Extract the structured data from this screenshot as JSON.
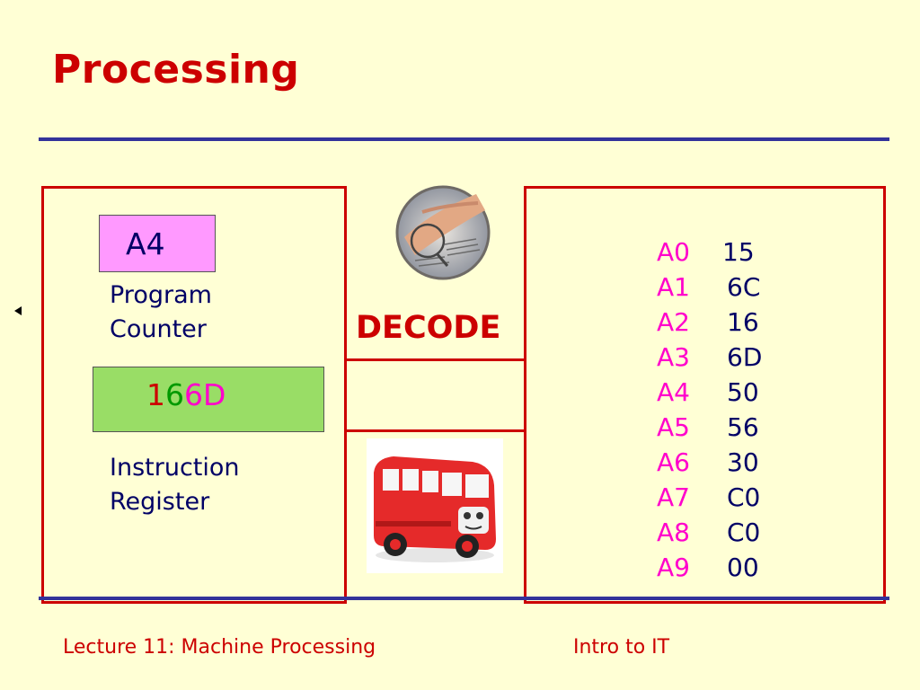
{
  "slide": {
    "title": "Processing",
    "program_counter": {
      "value": "A4",
      "label_line1": "Program",
      "label_line2": "Counter"
    },
    "instruction_register": {
      "digits": [
        {
          "char": "1",
          "color": "#CC0000"
        },
        {
          "char": "6",
          "color": "#009900"
        },
        {
          "char": "6",
          "color": "#FF00CC"
        },
        {
          "char": "D",
          "color": "#FF00CC"
        }
      ],
      "label_line1": "Instruction",
      "label_line2": "Register"
    },
    "stage_label": "DECODE",
    "memory": [
      {
        "addr": "A0",
        "val": "15"
      },
      {
        "addr": "A1",
        "val": "6C"
      },
      {
        "addr": "A2",
        "val": "16"
      },
      {
        "addr": "A3",
        "val": "6D"
      },
      {
        "addr": "A4",
        "val": "50"
      },
      {
        "addr": "A5",
        "val": "56"
      },
      {
        "addr": "A6",
        "val": "30"
      },
      {
        "addr": "A7",
        "val": "C0"
      },
      {
        "addr": "A8",
        "val": "C0"
      },
      {
        "addr": "A9",
        "val": "00"
      }
    ],
    "images": {
      "top_icon": "magnifying-glass-reading-icon",
      "bottom_icon": "red-bus-toy-icon"
    }
  },
  "footer": {
    "left": "Lecture 11: Machine Processing",
    "right": "Intro to IT"
  },
  "colors": {
    "background": "#FFFFD5",
    "accent_red": "#CC0000",
    "rule_blue": "#33339A",
    "pc_fill": "#FF99FF",
    "ir_fill": "#99DD66",
    "memory_addr": "#FF00CC",
    "text_navy": "#000066"
  }
}
